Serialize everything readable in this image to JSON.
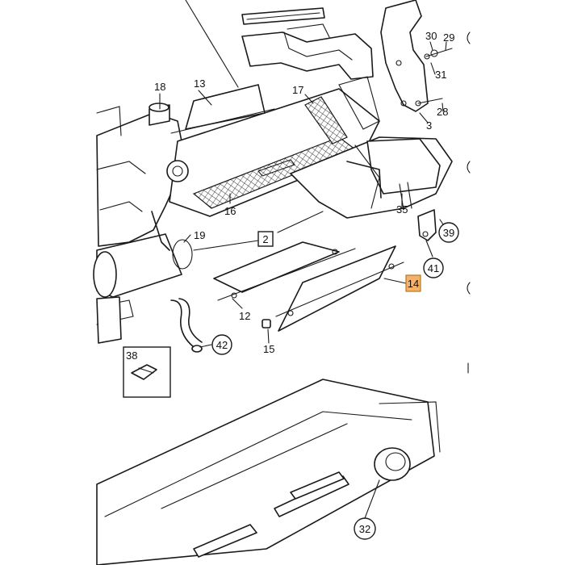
{
  "diagram": {
    "accent_color": "#f6b26b",
    "callouts": [
      {
        "id": "c13",
        "text": "13",
        "style": "plain"
      },
      {
        "id": "c18",
        "text": "18",
        "style": "plain"
      },
      {
        "id": "c17",
        "text": "17",
        "style": "plain"
      },
      {
        "id": "c30",
        "text": "30",
        "style": "plain"
      },
      {
        "id": "c29",
        "text": "29",
        "style": "plain"
      },
      {
        "id": "c31",
        "text": "31",
        "style": "plain"
      },
      {
        "id": "c28",
        "text": "28",
        "style": "plain"
      },
      {
        "id": "c3",
        "text": "3",
        "style": "plain"
      },
      {
        "id": "c16",
        "text": "16",
        "style": "plain"
      },
      {
        "id": "c35",
        "text": "35",
        "style": "plain"
      },
      {
        "id": "c39",
        "text": "39",
        "style": "circle"
      },
      {
        "id": "c19",
        "text": "19",
        "style": "plain"
      },
      {
        "id": "c2",
        "text": "2",
        "style": "box"
      },
      {
        "id": "c41",
        "text": "41",
        "style": "circle"
      },
      {
        "id": "c14",
        "text": "14",
        "style": "highlight"
      },
      {
        "id": "c12",
        "text": "12",
        "style": "plain"
      },
      {
        "id": "c42",
        "text": "42",
        "style": "circle"
      },
      {
        "id": "c15",
        "text": "15",
        "style": "plain"
      },
      {
        "id": "c38",
        "text": "38",
        "style": "box"
      },
      {
        "id": "c32",
        "text": "32",
        "style": "circle"
      }
    ]
  }
}
